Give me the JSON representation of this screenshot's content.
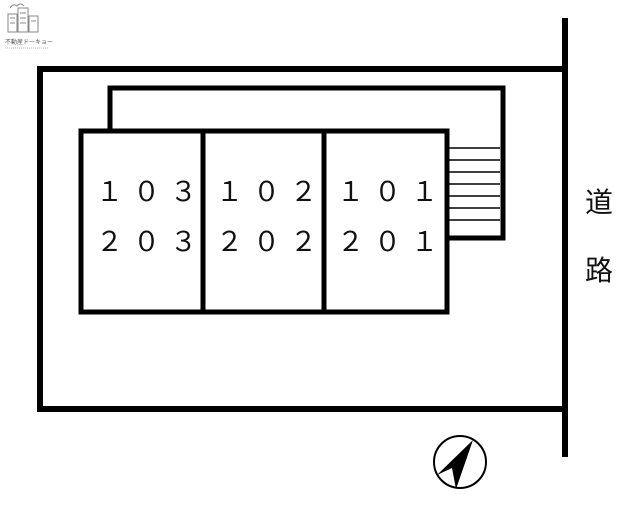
{
  "logo": {
    "text": "不動産ドーキョー"
  },
  "units": [
    {
      "upper": "１０３",
      "lower": "２０３"
    },
    {
      "upper": "１０２",
      "lower": "２０２"
    },
    {
      "upper": "１０１",
      "lower": "２０１"
    }
  ],
  "road": {
    "char1": "道",
    "char2": "路"
  },
  "colors": {
    "line": "#000000",
    "background": "#ffffff",
    "logo": "#888888"
  },
  "compass": {
    "icon": "north-arrow-icon"
  }
}
